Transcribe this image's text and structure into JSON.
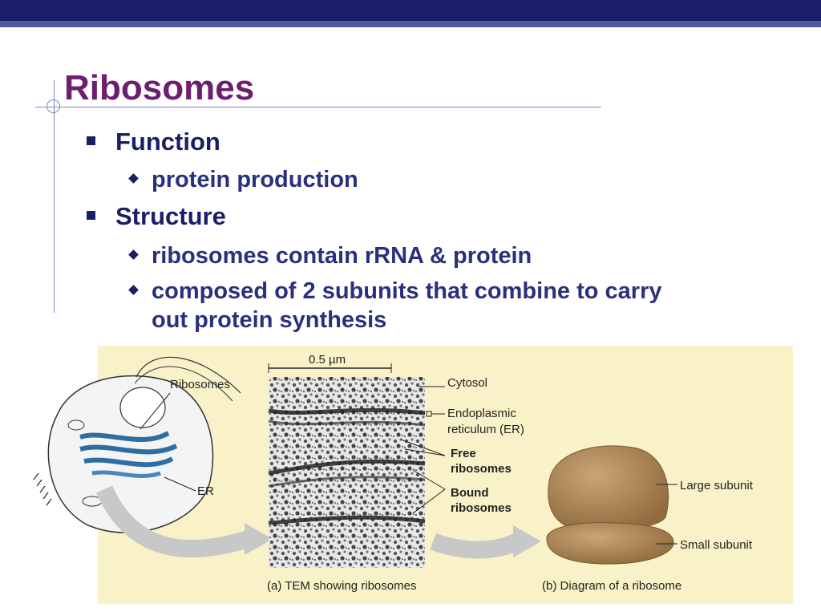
{
  "slide": {
    "title": "Ribosomes",
    "bullets": [
      {
        "text": "Function",
        "sub": [
          "protein production"
        ]
      },
      {
        "text": "Structure",
        "sub": [
          "ribosomes contain rRNA & protein",
          "composed of 2 subunits that combine to carry",
          "out protein synthesis"
        ]
      }
    ]
  },
  "figure": {
    "scale_label": "0.5 µm",
    "cell_labels": [
      "Ribosomes",
      "ER"
    ],
    "tem_labels": [
      "Cytosol",
      "Endoplasmic",
      "reticulum (ER)",
      "Free",
      "ribosomes",
      "Bound",
      "ribosomes"
    ],
    "subunit_labels": [
      "Large subunit",
      "Small subunit"
    ],
    "caption_a": "(a) TEM showing ribosomes",
    "caption_b": "(b) Diagram of a ribosome"
  },
  "colors": {
    "header_dark": "#1b1e66",
    "header_light": "#50599a",
    "title": "#6e1e6e",
    "bullet_text": "#1b1e66",
    "panel_bg": "#f9f2c9",
    "ribosome_fill": "#b08a5a"
  }
}
